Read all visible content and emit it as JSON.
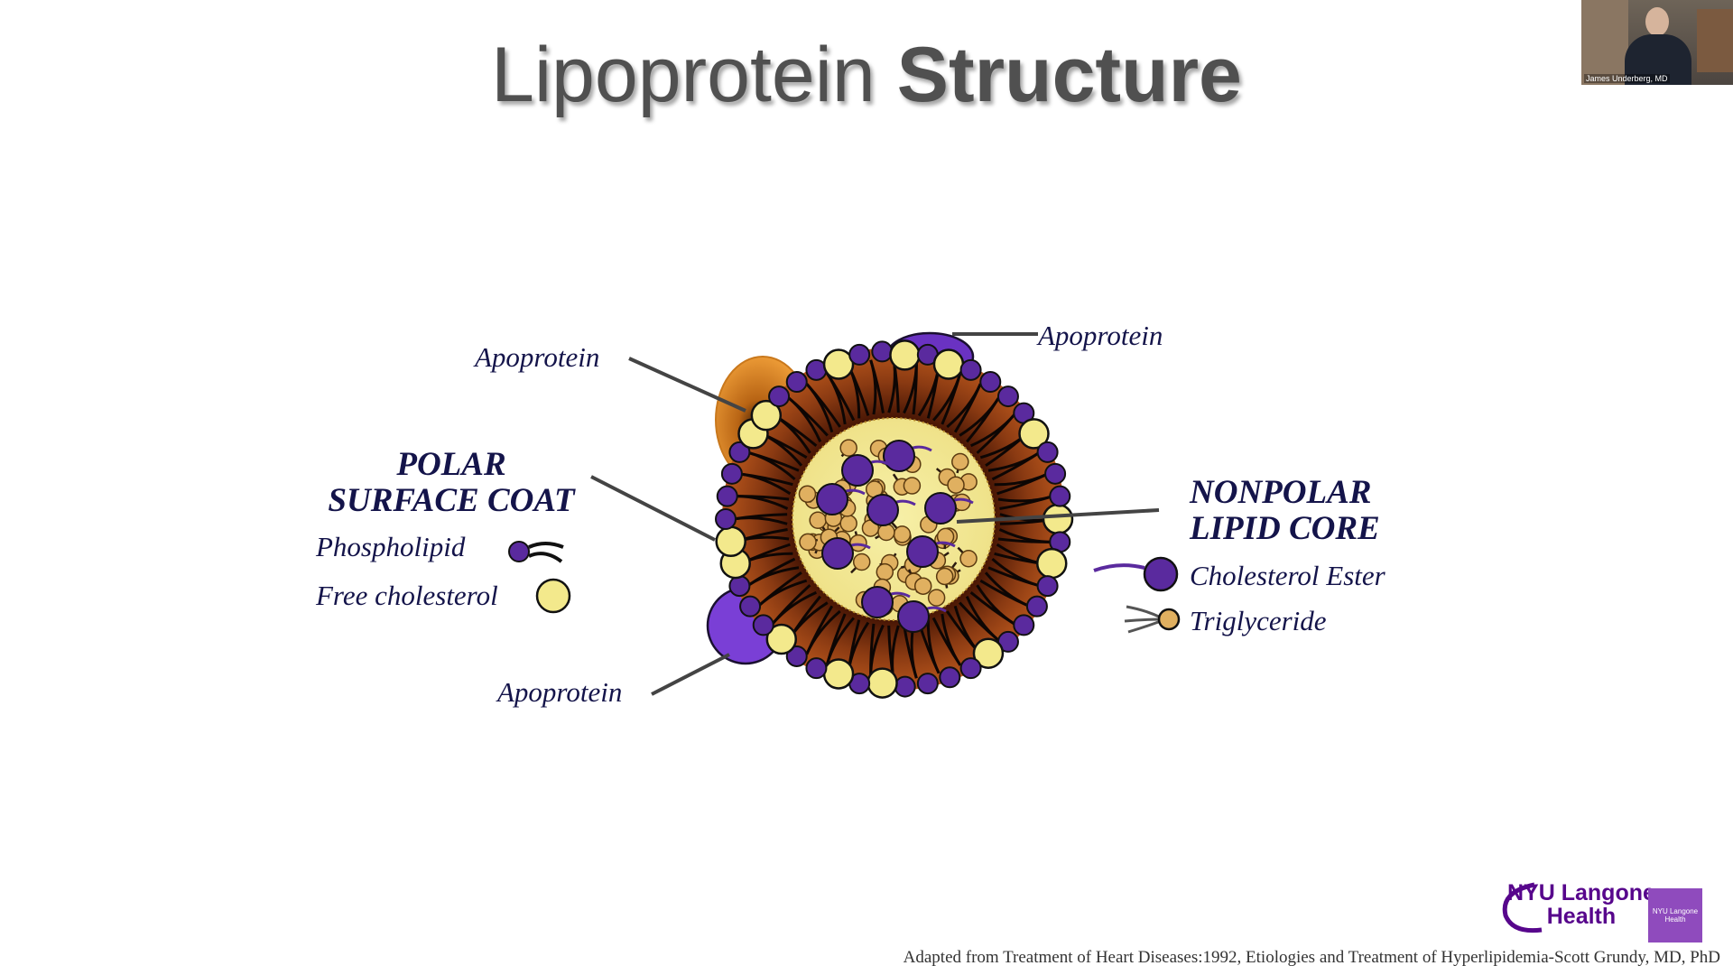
{
  "slide": {
    "title_part1": "Lipoprotein",
    "title_part2": "Structure",
    "citation": "Adapted from Treatment of Heart Diseases:1992, Etiologies and Treatment of Hyperlipidemia-Scott Grundy, MD, PhD"
  },
  "diagram": {
    "labels": {
      "apoprotein_top_left": "Apoprotein",
      "apoprotein_top_right": "Apoprotein",
      "apoprotein_bottom": "Apoprotein",
      "polar_line1": "POLAR",
      "polar_line2": "SURFACE COAT",
      "nonpolar_line1": "NONPOLAR",
      "nonpolar_line2": "LIPID CORE"
    },
    "legend": {
      "phospholipid": "Phospholipid",
      "free_cholesterol": "Free cholesterol",
      "cholesterol_ester": "Cholesterol Ester",
      "triglyceride": "Triglyceride"
    },
    "colors": {
      "purple": "#5a2a9e",
      "yellow": "#f3e98c",
      "tan": "#e0b060",
      "brown_shell": "#7a2e0c",
      "orange_apoprotein": "#e8962a",
      "violet_apoprotein": "#7a3fd6",
      "label_navy": "#14144a"
    }
  },
  "video": {
    "participant_name": "James Underberg, MD"
  },
  "logo": {
    "line1": "NYU Langone",
    "line2": "Health",
    "badge": "NYU Langone Health"
  }
}
